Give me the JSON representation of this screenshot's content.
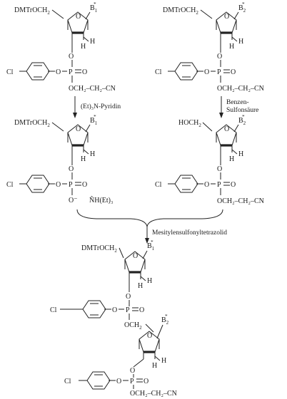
{
  "protecting_group_5": "DMTrOCH",
  "subscript_2": "2",
  "hydroxy_5": "HOCH",
  "base_1": "B",
  "base_1_sub": "1",
  "base_2": "B",
  "base_2_sub": "2",
  "base_charge": "*",
  "ring_oxygen": "O",
  "hydrogen": "H",
  "chloro": "Cl",
  "oxygen": "O",
  "phosphorus": "P",
  "cyanoethyl": "OCH₂–CH₂–CN",
  "linker_och2": "OCH",
  "phosphate_anion": "O⁻",
  "ammonium": "ÑH(Et)₃",
  "reagent_1": "(Et)₃N-Pyridin",
  "reagent_2_line1": "Benzen-",
  "reagent_2_line2": "Sulfonsäure",
  "reagent_3": "Mesitylensulfonyltetrazolid"
}
